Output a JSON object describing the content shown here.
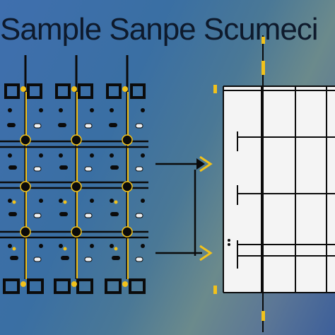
{
  "title": "Sample Sanpe Scumeci",
  "colors": {
    "background_start": "#3f6fae",
    "background_end": "#3d5f9a",
    "line": "#0b0b0b",
    "accent": "#f2c21b",
    "panel": "#f4f4f4"
  },
  "icons": [
    "arrow-right-icon",
    "grid-panel",
    "node-dot"
  ]
}
